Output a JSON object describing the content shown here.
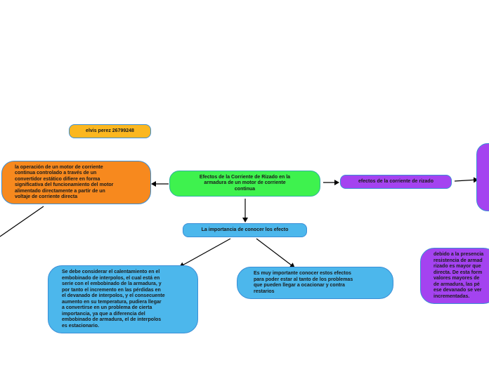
{
  "colors": {
    "central": "#3ef24e",
    "blue": "#4cb7ec",
    "orange": "#f7891e",
    "purple": "#a443f0",
    "yellow": "#fbb720",
    "edge": "#000000"
  },
  "nodes": {
    "central": "Efectos de la Corriente de Rizado en la\narmadura  de un motor de corriente\ncontinua",
    "author": "elvis perez 26799248",
    "operation": "la operación de un motor de corriente\ncontinua controlado a través de un\nconvertidor estático difiere en forma\nsignificativa del funcionamiento del motor\nalimentado directamente a partir de un\nvoltaje de corriente directa",
    "ripple_effects": "efectos de la corriente de rizado",
    "importance": "La importancia de conocer los efecto",
    "heating": "Se debe considerar el calentamiento en el\nembobinado de interpolos, el cual está en\nserie con el embobinado de la armadura, y\npor tanto el incremento en las pérdidas en\nel devanado de interpolos, y el consecuente\naumento en su temperatura, pudiera llegar\na convertirse en un problema de cierta\nimportancia, ya que a diferencia del\nembobinado de armadura, el de interpolos\nes estacionario.",
    "important_know": "Es muy importante conocer estos efectos\npara poder estar al tanto de los problemas\nque pueden llegar a ocacionar y contra\nrestarios",
    "presence": "debido a la presencia\nresistencia de armad\nrizado es mayor que\ndirecta. De esta form\nvalores mayores de\nde armadura, las pé\nese devanado se ver\nincrementadas."
  }
}
